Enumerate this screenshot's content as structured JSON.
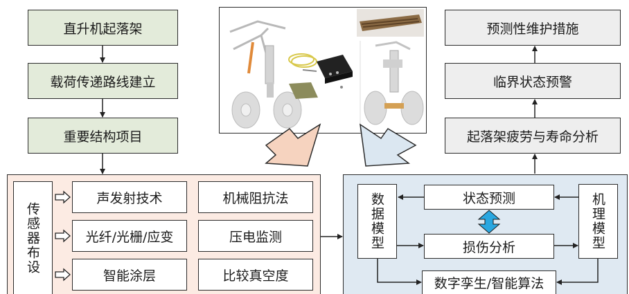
{
  "left_flow": {
    "step1": "直升机起落架",
    "step2": "载荷传递路线建立",
    "step3": "重要结构项目"
  },
  "right_flow": {
    "step1": "预测性维护措施",
    "step2": "临界状态预警",
    "step3": "起落架疲劳与寿命分析"
  },
  "sensor_panel": {
    "title": "传感器布设",
    "techniques": [
      "声发射技术",
      "光纤/光栅/应变",
      "智能涂层"
    ],
    "methods": [
      "机械阻抗法",
      "压电监测",
      "比较真空度"
    ]
  },
  "analysis_panel": {
    "data_model": "数据模型",
    "mechanism_model": "机理模型",
    "state_prediction": "状态预测",
    "damage_analysis": "损伤分析",
    "digital_twin": "数字孪生/智能算法"
  },
  "colors": {
    "green_box": "#e3ebda",
    "grey_box": "#eeeeee",
    "sensor_panel_bg": "#fcebe3",
    "analysis_panel_bg": "#dfe9f2",
    "peach_arrow": "#f6d3bf",
    "blue_arrow": "#dbe7f1",
    "cyan_arrow": "#2aa7e0"
  }
}
